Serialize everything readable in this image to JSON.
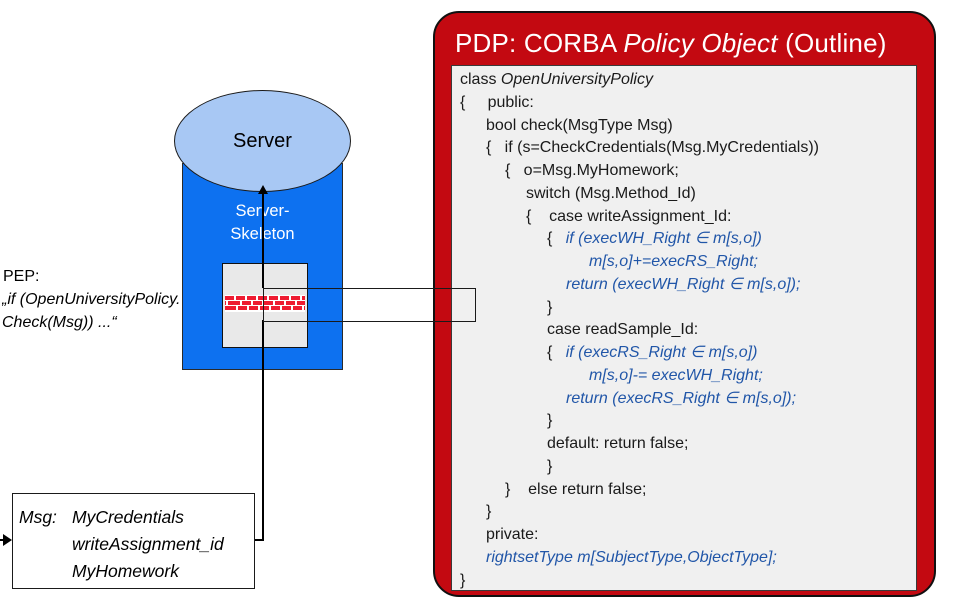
{
  "colors": {
    "panel_red": "#C30911",
    "code_blue": "#2156A8",
    "skeleton_blue": "#0D71F0",
    "ellipse_blue": "#A8C8F4",
    "brick_red": "#EE1B31",
    "code_bg": "#F0F0F0",
    "firewall_bg": "#E9E9E9"
  },
  "server": {
    "label": "Server",
    "skeleton_line1": "Server-",
    "skeleton_line2": "Skeleton"
  },
  "pep": {
    "heading": "PEP:",
    "code_line1": "„if (OpenUniversityPolicy.",
    "code_line2": "Check(Msg)) ...“"
  },
  "msg_box": {
    "label": "Msg:",
    "items": [
      "MyCredentials",
      "writeAssignment_id",
      "MyHomework"
    ]
  },
  "pdp": {
    "title": {
      "prefix": "PDP: CORBA ",
      "emphasis": "Policy Object",
      "suffix": " (Outline)"
    },
    "code_lines": [
      {
        "lvl": 0,
        "segs": [
          {
            "s": "n",
            "t": "class "
          },
          {
            "s": "i",
            "t": "OpenUniversityPolicy"
          }
        ]
      },
      {
        "lvl": 0,
        "segs": [
          {
            "s": "n",
            "t": "{     public:"
          }
        ]
      },
      {
        "lvl": 1,
        "segs": [
          {
            "s": "n",
            "t": "bool check(MsgType Msg)"
          }
        ]
      },
      {
        "lvl": 1,
        "segs": [
          {
            "s": "n",
            "t": "{   if (s=CheckCredentials(Msg.MyCredentials))"
          }
        ]
      },
      {
        "lvl": 2,
        "segs": [
          {
            "s": "n",
            "t": "{   o=Msg.MyHomework;"
          }
        ]
      },
      {
        "lvl": 3,
        "segs": [
          {
            "s": "n",
            "t": "switch (Msg.Method_Id)"
          }
        ]
      },
      {
        "lvl": 3,
        "segs": [
          {
            "s": "n",
            "t": "{    case writeAssignment_Id:"
          }
        ]
      },
      {
        "lvl": 4,
        "segs": [
          {
            "s": "n",
            "t": "{   "
          },
          {
            "s": "bi",
            "t": "if (execWH_Right ∈ m[s,o])"
          }
        ]
      },
      {
        "lvl": 6,
        "segs": [
          {
            "s": "bi",
            "t": "m[s,o]+=execRS_Right;"
          }
        ]
      },
      {
        "lvl": 5,
        "segs": [
          {
            "s": "bi",
            "t": "return (execWH_Right ∈ m[s,o]);"
          }
        ]
      },
      {
        "lvl": 4,
        "segs": [
          {
            "s": "n",
            "t": "}"
          }
        ]
      },
      {
        "lvl": 4,
        "segs": [
          {
            "s": "n",
            "t": "case readSample_Id:"
          }
        ]
      },
      {
        "lvl": 4,
        "segs": [
          {
            "s": "n",
            "t": "{   "
          },
          {
            "s": "bi",
            "t": "if (execRS_Right ∈ m[s,o])"
          }
        ]
      },
      {
        "lvl": 6,
        "segs": [
          {
            "s": "bi",
            "t": "m[s,o]-= execWH_Right;"
          }
        ]
      },
      {
        "lvl": 5,
        "segs": [
          {
            "s": "bi",
            "t": "return (execRS_Right ∈ m[s,o]);"
          }
        ]
      },
      {
        "lvl": 4,
        "segs": [
          {
            "s": "n",
            "t": "}"
          }
        ]
      },
      {
        "lvl": 4,
        "segs": [
          {
            "s": "n",
            "t": "default: return false;"
          }
        ]
      },
      {
        "lvl": 4,
        "segs": [
          {
            "s": "n",
            "t": "}"
          }
        ]
      },
      {
        "lvl": 2,
        "segs": [
          {
            "s": "n",
            "t": "}    else return false;"
          }
        ]
      },
      {
        "lvl": 1,
        "segs": [
          {
            "s": "n",
            "t": "}"
          }
        ]
      },
      {
        "lvl": 1,
        "segs": [
          {
            "s": "n",
            "t": "private:"
          }
        ]
      },
      {
        "lvl": 1,
        "segs": [
          {
            "s": "bi",
            "t": "rightsetType m[SubjectType,ObjectType];"
          }
        ]
      },
      {
        "lvl": 0,
        "segs": [
          {
            "s": "n",
            "t": "}"
          }
        ]
      }
    ]
  }
}
